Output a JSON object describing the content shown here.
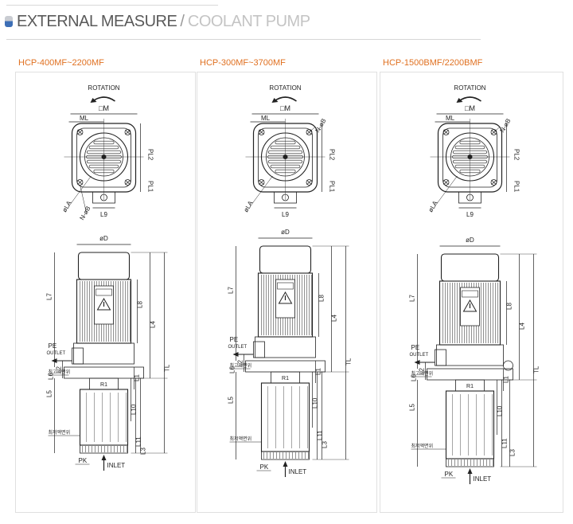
{
  "header": {
    "title_main": "EXTERNAL MEASURE",
    "separator": "/",
    "title_sub": "COOLANT PUMP"
  },
  "colors": {
    "accent": "#e07020",
    "bullet_blue": "#3d6fb6"
  },
  "diagrams": [
    {
      "model": "HCP-400MF~2200MF",
      "top": {
        "rotation": "ROTATION",
        "m": "□M",
        "ml": "ML",
        "pl2": "PL2",
        "pl1": "PL1",
        "la": "øLA",
        "hole": "N-øB",
        "l9": "L9"
      },
      "side": {
        "d": "øD",
        "l7": "L7",
        "l8": "L8",
        "l4": "L4",
        "tl": "TL",
        "pe": "PE",
        "outlet": "OUTLET",
        "l2": "L2",
        "l6": "L6",
        "l1": "L1",
        "l10": "L10",
        "l11": "L11",
        "l3": "L3",
        "l5": "L5",
        "pk": "PK",
        "inlet": "INLET",
        "max_level": "최고액면위",
        "min_level": "최저액면위",
        "r1": "R1"
      }
    },
    {
      "model": "HCP-300MF~3700MF",
      "top": {
        "rotation": "ROTATION",
        "m": "□M",
        "ml": "ML",
        "pl2": "PL2",
        "pl1": "PL1",
        "la": "øLA",
        "hole": "N-øB",
        "l9": "L9"
      },
      "side": {
        "d": "øD",
        "l7": "L7",
        "l8": "L8",
        "l4": "L4",
        "tl": "TL",
        "pe": "PE",
        "outlet": "OUTLET",
        "l2": "L2",
        "l6": "L6",
        "l1": "L1",
        "l10": "L10",
        "l11": "L11",
        "l3": "L3",
        "l5": "L5",
        "pk": "PK",
        "inlet": "INLET",
        "max_level": "최고액면위",
        "min_level": "최저액면위",
        "r1": "R1"
      }
    },
    {
      "model": "HCP-1500BMF/2200BMF",
      "top": {
        "rotation": "ROTATION",
        "m": "□M",
        "ml": "ML",
        "pl2": "PL2",
        "pl1": "PL1",
        "la": "øLA",
        "hole": "N-øB",
        "l9": "L9"
      },
      "side": {
        "d": "øD",
        "l7": "L7",
        "l8": "L8",
        "l4": "L4",
        "tl": "TL",
        "pe": "PE",
        "outlet": "OUTLET",
        "l2": "L2",
        "l6": "L6",
        "l1": "L1",
        "l10": "L10",
        "l11": "L11",
        "l3": "L3",
        "l5": "L5",
        "pk": "PK",
        "inlet": "INLET",
        "max_level": "최고액면위",
        "min_level": "최저액면위",
        "r1": "R1"
      }
    }
  ]
}
